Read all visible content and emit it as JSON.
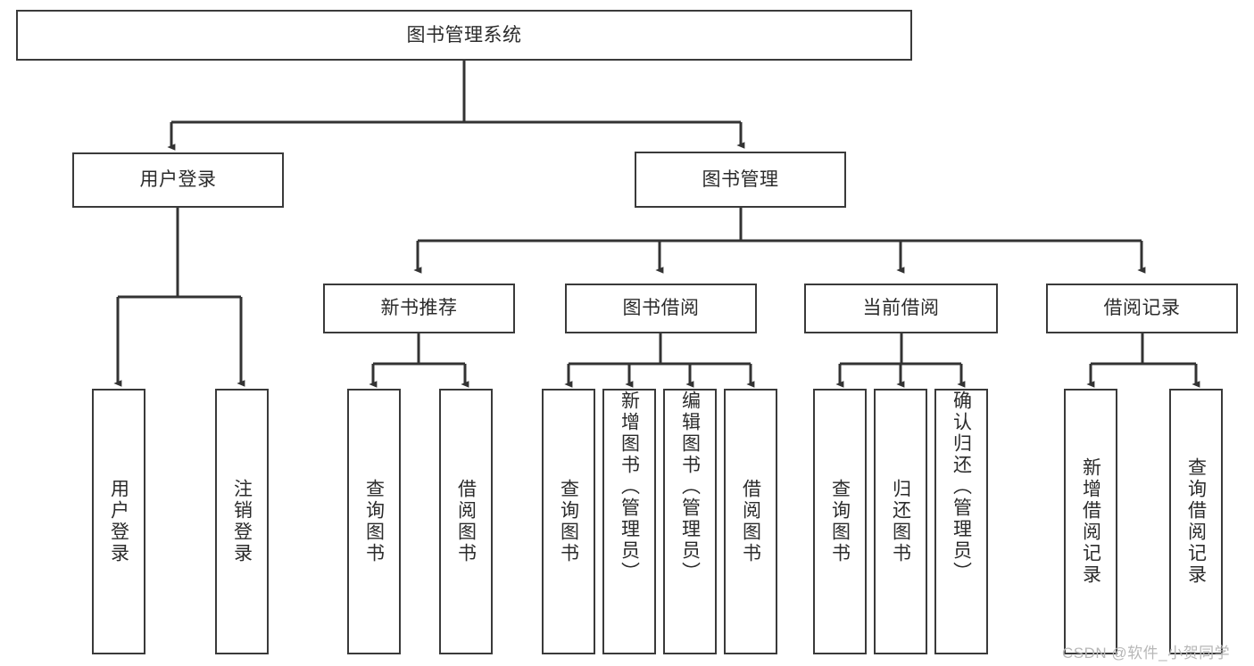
{
  "diagram": {
    "title": "图书管理系统",
    "style": {
      "box_border_color": "#3a3a3a",
      "box_fill_color": "#ffffff",
      "connector_color": "#333333",
      "text_color": "#2b2b2b",
      "background_color": "#ffffff",
      "watermark_color": "#b7b7b7"
    },
    "root": {
      "label": "图书管理系统"
    },
    "level1": [
      {
        "label": "用户登录"
      },
      {
        "label": "图书管理"
      }
    ],
    "level2": [
      {
        "label": "新书推荐"
      },
      {
        "label": "图书借阅"
      },
      {
        "label": "当前借阅"
      },
      {
        "label": "借阅记录"
      }
    ],
    "leaves": {
      "user_login": [
        {
          "label": "用户登录"
        },
        {
          "label": "注销登录"
        }
      ],
      "new_book_recommend": [
        {
          "label": "查询图书"
        },
        {
          "label": "借阅图书"
        }
      ],
      "book_borrow": [
        {
          "label": "查询图书"
        },
        {
          "label": "新增图书（管理员）"
        },
        {
          "label": "编辑图书（管理员）"
        },
        {
          "label": "借阅图书"
        }
      ],
      "current_borrow": [
        {
          "label": "查询图书"
        },
        {
          "label": "归还图书"
        },
        {
          "label": "确认归还（管理员）"
        }
      ],
      "borrow_record": [
        {
          "label": "新增借阅记录"
        },
        {
          "label": "查询借阅记录"
        }
      ]
    }
  },
  "watermark": {
    "text": "CSDN @软件_小贺同学"
  }
}
